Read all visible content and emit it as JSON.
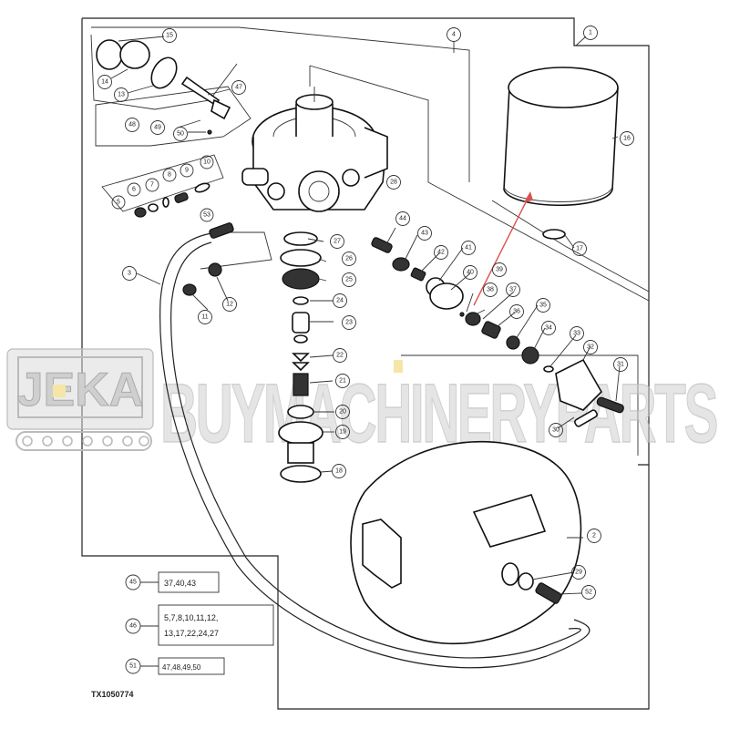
{
  "figure": {
    "id": "TX1050774",
    "type": "exploded parts diagram",
    "subject": "Air dryer assembly with air tank and hose"
  },
  "assembly_callouts": {
    "frame_1": "1",
    "frame_4": "4",
    "hose": "3",
    "tank": "2"
  },
  "callouts": [
    {
      "id": "c15",
      "label": "15"
    },
    {
      "id": "c14",
      "label": "14"
    },
    {
      "id": "c13",
      "label": "13"
    },
    {
      "id": "c47",
      "label": "47"
    },
    {
      "id": "c48",
      "label": "48"
    },
    {
      "id": "c49",
      "label": "49"
    },
    {
      "id": "c50",
      "label": "50"
    },
    {
      "id": "c5",
      "label": "5"
    },
    {
      "id": "c6",
      "label": "6"
    },
    {
      "id": "c7",
      "label": "7"
    },
    {
      "id": "c8",
      "label": "8"
    },
    {
      "id": "c9",
      "label": "9"
    },
    {
      "id": "c10",
      "label": "10"
    },
    {
      "id": "c53",
      "label": "53"
    },
    {
      "id": "c28",
      "label": "28"
    },
    {
      "id": "c27",
      "label": "27"
    },
    {
      "id": "c26",
      "label": "26"
    },
    {
      "id": "c25",
      "label": "25"
    },
    {
      "id": "c24",
      "label": "24"
    },
    {
      "id": "c23",
      "label": "23"
    },
    {
      "id": "c22",
      "label": "22"
    },
    {
      "id": "c21",
      "label": "21"
    },
    {
      "id": "c20",
      "label": "20"
    },
    {
      "id": "c19",
      "label": "19"
    },
    {
      "id": "c18",
      "label": "18"
    },
    {
      "id": "c11",
      "label": "11"
    },
    {
      "id": "c12",
      "label": "12"
    },
    {
      "id": "c16",
      "label": "16"
    },
    {
      "id": "c17",
      "label": "17"
    },
    {
      "id": "c44",
      "label": "44"
    },
    {
      "id": "c43",
      "label": "43"
    },
    {
      "id": "c42",
      "label": "42"
    },
    {
      "id": "c41",
      "label": "41"
    },
    {
      "id": "c40",
      "label": "40"
    },
    {
      "id": "c39",
      "label": "39"
    },
    {
      "id": "c38",
      "label": "38"
    },
    {
      "id": "c37",
      "label": "37"
    },
    {
      "id": "c36",
      "label": "36"
    },
    {
      "id": "c35",
      "label": "35"
    },
    {
      "id": "c34",
      "label": "34"
    },
    {
      "id": "c33",
      "label": "33"
    },
    {
      "id": "c32",
      "label": "32"
    },
    {
      "id": "c31",
      "label": "31"
    },
    {
      "id": "c30",
      "label": "30"
    },
    {
      "id": "c29",
      "label": "29"
    },
    {
      "id": "c52",
      "label": "52"
    }
  ],
  "legend": [
    {
      "kit": "45",
      "parts": "37,40,43"
    },
    {
      "kit": "46",
      "parts_line1": "5,7,8,10,11,12,",
      "parts_line2": "13,17,22,24,27"
    },
    {
      "kit": "51",
      "parts": "47,48,49,50"
    }
  ],
  "watermark": {
    "logo_text": "JEKA",
    "brand_text": "BUYMACHINERYPARTS"
  },
  "colors": {
    "line": "#222222",
    "background": "#ffffff",
    "arrow": "#d9534f",
    "watermark": "#c8c8c8",
    "logo_accent": "#f5e6a8"
  }
}
